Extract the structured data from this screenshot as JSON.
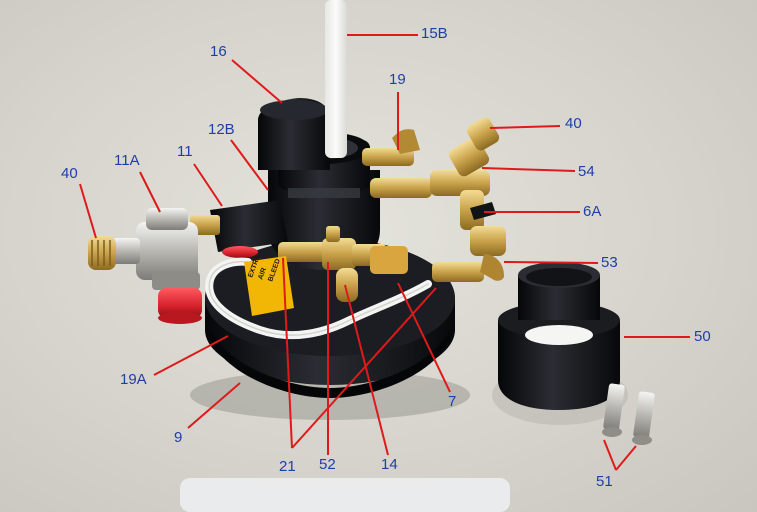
{
  "callouts": {
    "c15b": "15B",
    "c16": "16",
    "c19": "19",
    "c40_top": "40",
    "c12b": "12B",
    "c11a": "11A",
    "c11": "11",
    "c40_left": "40",
    "c54": "54",
    "c6a": "6A",
    "c53": "53",
    "c50": "50",
    "c19a": "19A",
    "c7": "7",
    "c9": "9",
    "c21": "21",
    "c52": "52",
    "c14": "14",
    "c51": "51"
  },
  "colors": {
    "callout_text": "#1f3ea8",
    "leader_line": "#e0191b",
    "base_body": "#0f1115",
    "brass": "#c9a24a",
    "tube": "#f1f3f1",
    "red_gauge": "#d6212b",
    "warning_label": "#f2b705"
  },
  "icons": {
    "main_subject": "pressure-bleeder-adapter-icon",
    "side_part": "threaded-adapter-icon",
    "screws": "hex-screw-icon"
  },
  "warning_label": {
    "lines": [
      "EXTRA",
      "AIR",
      "BLEED"
    ]
  }
}
